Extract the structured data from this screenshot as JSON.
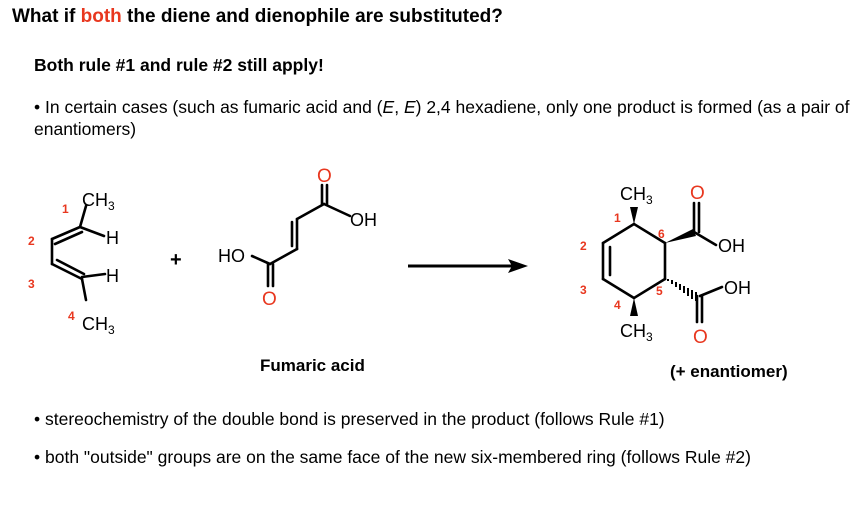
{
  "heading": {
    "pre": "What if ",
    "emph": "both",
    "post": " the diene and dienophile are substituted?"
  },
  "subheading": "Both rule #1 and rule #2 still apply!",
  "bullet1": {
    "marker": "•",
    "pre": " In certain cases (such as fumaric acid and (",
    "e1": "E",
    "mid": ", ",
    "e2": "E",
    "post": ") 2,4 hexadiene, only one product is formed (as a pair of enantiomers)"
  },
  "diene": {
    "ch3_top": "CH",
    "ch3_top_sub": "3",
    "ch3_bottom": "CH",
    "ch3_bottom_sub": "3",
    "h_upper": "H",
    "h_lower": "H",
    "num1": "1",
    "num2": "2",
    "num3": "3",
    "num4": "4"
  },
  "plus": "+",
  "dienophile": {
    "o_top": "O",
    "oh": "OH",
    "ho": "HO",
    "o_bottom": "O",
    "caption": "Fumaric acid"
  },
  "product": {
    "ch3_top": "CH",
    "ch3_top_sub": "3",
    "ch3_bottom": "CH",
    "ch3_bottom_sub": "3",
    "o_top": "O",
    "oh_top": "OH",
    "oh_bottom": "OH",
    "o_bottom": "O",
    "num1": "1",
    "num2": "2",
    "num3": "3",
    "num4": "4",
    "num5": "5",
    "num6": "6",
    "caption": "(+ enantiomer)"
  },
  "bullet2": "• stereochemistry of the double bond is preserved in the product (follows Rule #1)",
  "bullet3": "• both \"outside\" groups are on the same face of the new six-membered ring (follows Rule #2)",
  "colors": {
    "accent": "#e8371f",
    "text": "#000000"
  }
}
